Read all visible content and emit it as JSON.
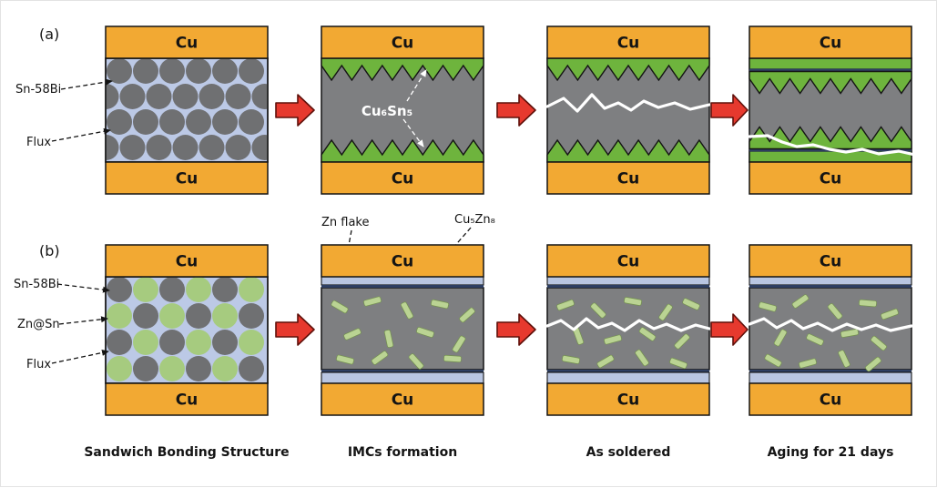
{
  "figure": {
    "rows": [
      {
        "label": "(a)"
      },
      {
        "label": "(b)"
      }
    ],
    "captions": [
      "Sandwich Bonding Structure",
      "IMCs formation",
      "As soldered",
      "Aging for 21 days"
    ],
    "labels": {
      "cu": "Cu",
      "sn58bi": "Sn-58Bi",
      "flux": "Flux",
      "cu6sn5": "Cu₆Sn₅",
      "zn_at_sn": "Zn@Sn",
      "zn_flake": "Zn flake",
      "cu5zn8": "Cu₅Zn₈"
    },
    "colors": {
      "cu": "#f2a933",
      "solder_gray": "#7e7f81",
      "flux_blue": "#bcc9e6",
      "imc_green": "#6eb43d",
      "zn_sn_green": "#a6cb7f",
      "zn_flake_green": "#bad393",
      "interface_layer": "#b9c6e2",
      "interface_line": "#2e3f63",
      "arrow_red": "#e6392e",
      "crack_white": "#ffffff"
    }
  }
}
